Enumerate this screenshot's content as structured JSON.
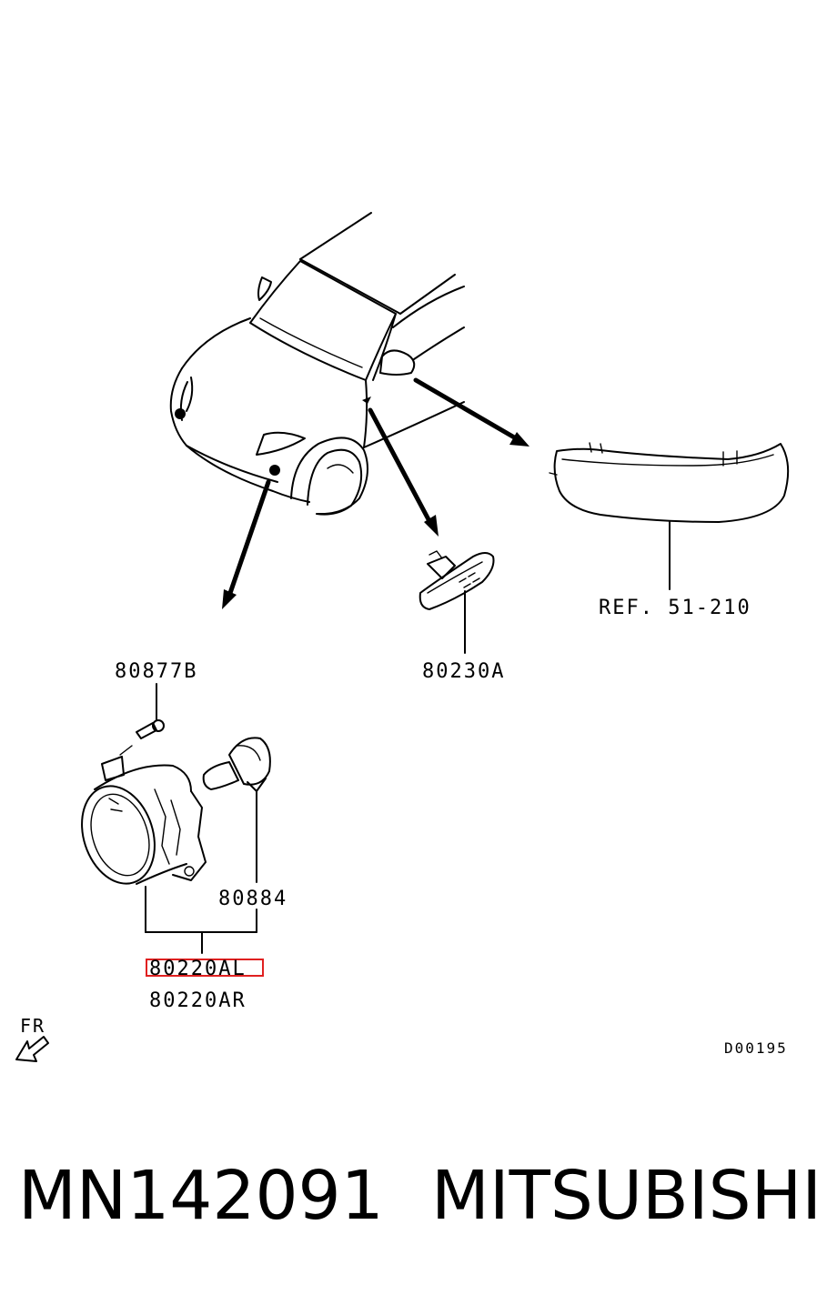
{
  "diagram": {
    "labels": {
      "part_80877b": "80877B",
      "part_80230a": "80230A",
      "ref": "REF. 51-210",
      "part_80884": "80884",
      "part_80220al": "80220AL",
      "part_80220ar": "80220AR",
      "fr": "FR",
      "code": "D00195"
    },
    "highlight_color": "#e02020"
  },
  "caption": {
    "part_number": "MN142091",
    "brand": "MITSUBISHI"
  }
}
